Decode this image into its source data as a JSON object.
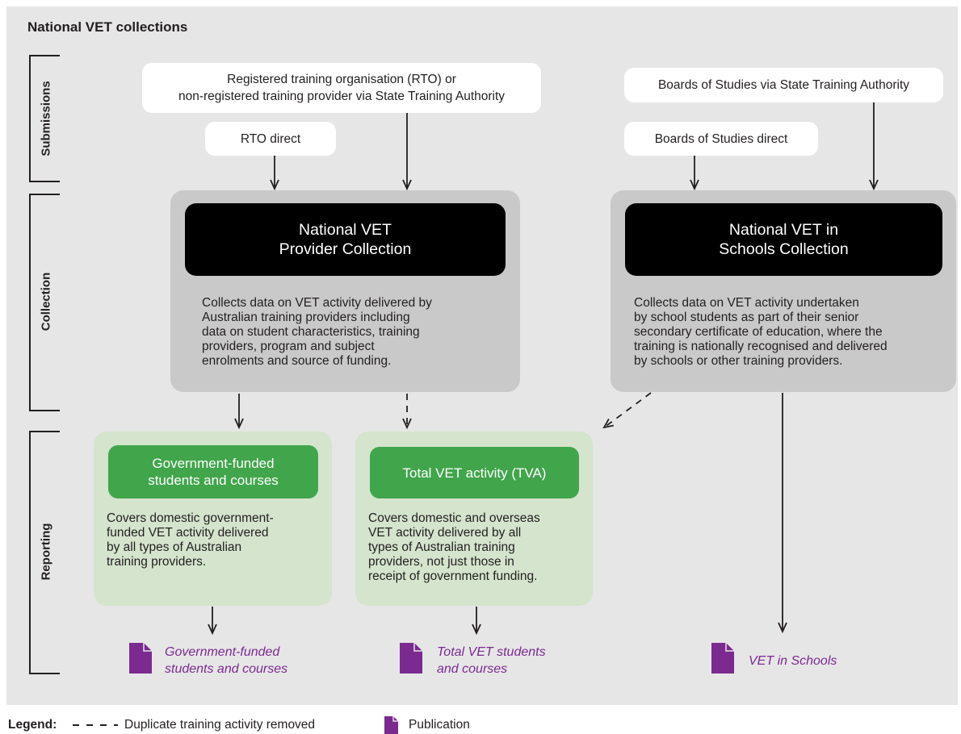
{
  "title": "National VET collections",
  "sections": {
    "submissions": "Submissions",
    "collection": "Collection",
    "reporting": "Reporting"
  },
  "sources": {
    "rto_or_provider": [
      "Registered training organisation (RTO) or",
      "non-registered training provider via State Training Authority"
    ],
    "rto_direct": "RTO direct",
    "boards_via_sta": "Boards of Studies via State Training Authority",
    "boards_direct": "Boards of Studies direct"
  },
  "provider_collection": {
    "title": [
      "National VET",
      "Provider Collection"
    ],
    "description": [
      "Collects data on VET activity delivered by",
      "Australian training providers including",
      "data on student characteristics, training",
      "providers, program and subject",
      "enrolments and source of funding."
    ]
  },
  "schools_collection": {
    "title": [
      "National VET in",
      "Schools Collection"
    ],
    "description": [
      "Collects data on VET activity undertaken",
      "by school students as part of their senior",
      "secondary certificate of education, where the",
      "training is nationally recognised and delivered",
      "by schools or other training providers."
    ]
  },
  "gov_funded": {
    "title": [
      "Government-funded",
      "students and courses"
    ],
    "description": [
      "Covers domestic government-",
      "funded VET activity delivered",
      "by all types of Australian",
      "training providers."
    ]
  },
  "tva": {
    "title": "Total VET activity (TVA)",
    "description": [
      "Covers domestic and overseas",
      "VET activity delivered by all",
      "types of Australian training",
      "providers, not just those in",
      "receipt of government funding."
    ]
  },
  "publications": {
    "gov_funded": [
      "Government-funded",
      "students and courses"
    ],
    "total_vet": [
      "Total VET students",
      "and courses"
    ],
    "vet_in_schools": "VET in Schools"
  },
  "legend": {
    "label": "Legend:",
    "dashed": "Duplicate training activity removed",
    "publication": "Publication"
  },
  "colors": {
    "background": "#e6e6e6",
    "collection_panel": "#c9c9c9",
    "collection_header": "#000000",
    "reporting_panel": "#d4e4cd",
    "reporting_header": "#41a54b",
    "publication": "#7b2a90"
  }
}
